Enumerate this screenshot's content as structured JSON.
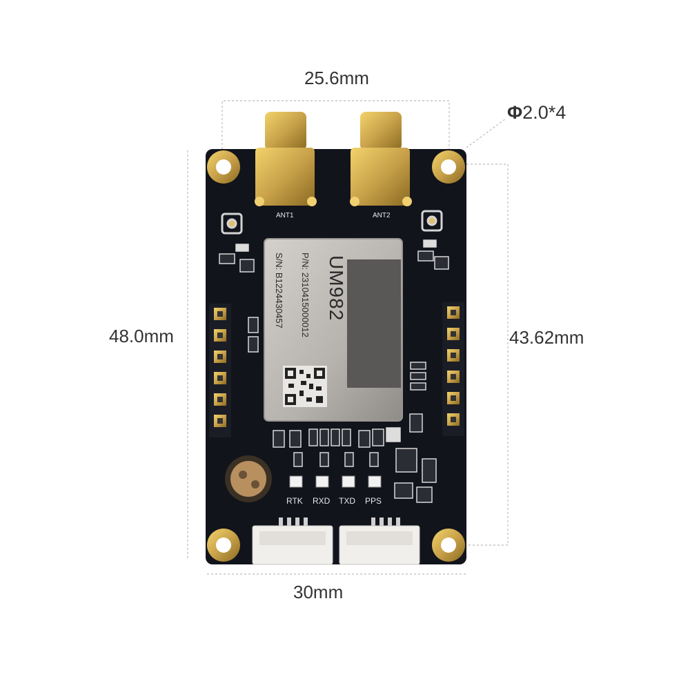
{
  "dimensions": {
    "top_width": "25.6mm",
    "hole_prefix": "Φ",
    "hole_spec": "2.0*4",
    "left_height": "48.0mm",
    "right_height": "43.62mm",
    "bottom_width": "30mm"
  },
  "board": {
    "antenna_labels": [
      "ANT1",
      "ANT2"
    ],
    "led_labels": [
      "RTK",
      "RXD",
      "TXD",
      "PPS"
    ]
  },
  "module": {
    "model": "UM982",
    "part_number": "P/N: 2310415000012",
    "serial_number": "S/N: B1224430457"
  },
  "colors": {
    "pcb": "#12141c",
    "gold": "#c9a24a",
    "shield": "#b9b6b2",
    "connector": "#f1efec"
  }
}
